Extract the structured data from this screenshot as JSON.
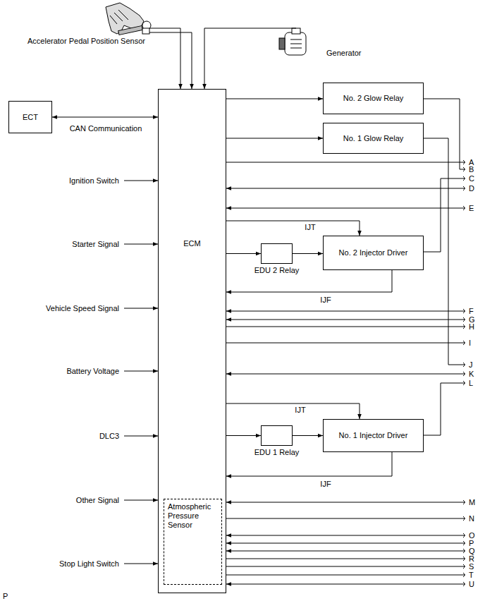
{
  "diagram": {
    "nodes": [
      {
        "text": [
          "ECT"
        ]
      },
      {
        "text": [
          "ECM"
        ]
      },
      {
        "text": [
          "No. 2 Glow Relay"
        ]
      },
      {
        "text": [
          "No. 1 Glow Relay"
        ]
      },
      {
        "text": [
          "EDU 2 Relay"
        ]
      },
      {
        "text": [
          "No. 2 Injector Driver"
        ]
      },
      {
        "text": [
          "EDU 1 Relay"
        ]
      },
      {
        "text": [
          "No. 1 Injector Driver"
        ]
      },
      {
        "text": [
          "Atmospheric Pressure Sensor"
        ],
        "in": 1
      }
    ],
    "edges": [
      {
        "from": 0,
        "to": 1,
        "arrow": "both",
        "label": "CAN Communication"
      },
      {
        "from": 1,
        "to": 2,
        "arrow": "to"
      },
      {
        "from": 1,
        "to": 3,
        "arrow": "to"
      },
      {
        "from": 1,
        "to": 4,
        "arrow": "to"
      },
      {
        "from": 4,
        "to": 5,
        "arrow": "to"
      },
      {
        "from": 1,
        "to": 5,
        "arrow": "to",
        "label": "IJT"
      },
      {
        "from": 5,
        "to": 1,
        "arrow": "to",
        "label": "IJF"
      },
      {
        "from": 1,
        "to": 6,
        "arrow": "to"
      },
      {
        "from": 6,
        "to": 7,
        "arrow": "to"
      },
      {
        "from": 1,
        "to": 7,
        "arrow": "to",
        "label": "IJT"
      },
      {
        "from": 7,
        "to": 1,
        "arrow": "to",
        "label": "IJF"
      }
    ],
    "labels": [
      "Accelerator Pedal Position Sensor",
      "Generator",
      "Ignition Switch",
      "Starter Signal",
      "Vehicle Speed Signal",
      "Battery Voltage",
      "DLC3",
      "Other Signal",
      "Stop Light Switch",
      "A",
      "B",
      "C",
      "D",
      "E",
      "F",
      "G",
      "H",
      "I",
      "J",
      "K",
      "L",
      "M",
      "N",
      "O",
      "P",
      "Q",
      "R",
      "S",
      "T",
      "U",
      "P"
    ]
  }
}
